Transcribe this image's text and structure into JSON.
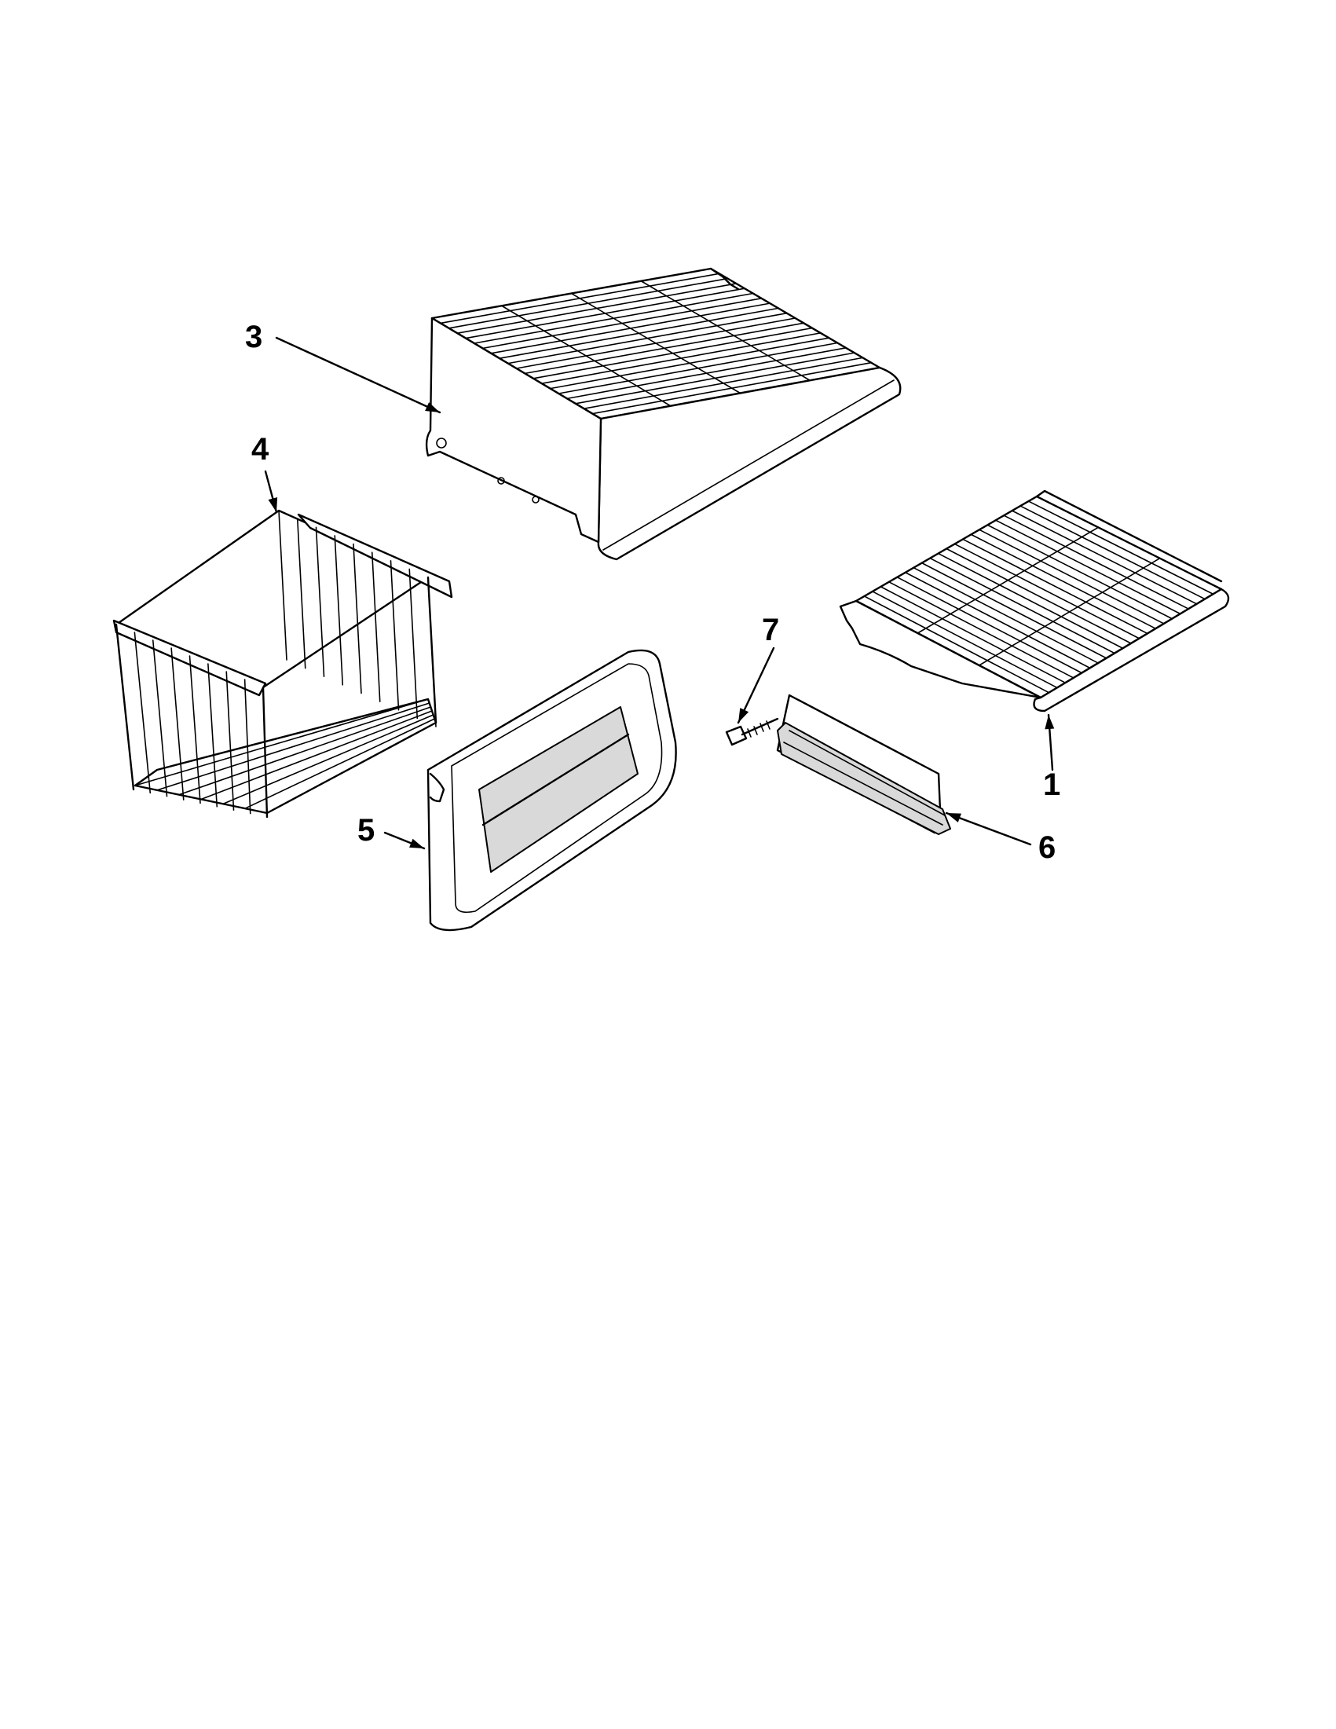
{
  "callouts": [
    {
      "id": "1",
      "label": "1",
      "part": "shelf-right"
    },
    {
      "id": "3",
      "label": "3",
      "part": "shelf-top"
    },
    {
      "id": "4",
      "label": "4",
      "part": "basket"
    },
    {
      "id": "5",
      "label": "5",
      "part": "drawer-front"
    },
    {
      "id": "6",
      "label": "6",
      "part": "rail"
    },
    {
      "id": "7",
      "label": "7",
      "part": "screw"
    }
  ],
  "colors": {
    "line": "#000000",
    "background": "#ffffff",
    "shade": "#d9d9d9"
  }
}
